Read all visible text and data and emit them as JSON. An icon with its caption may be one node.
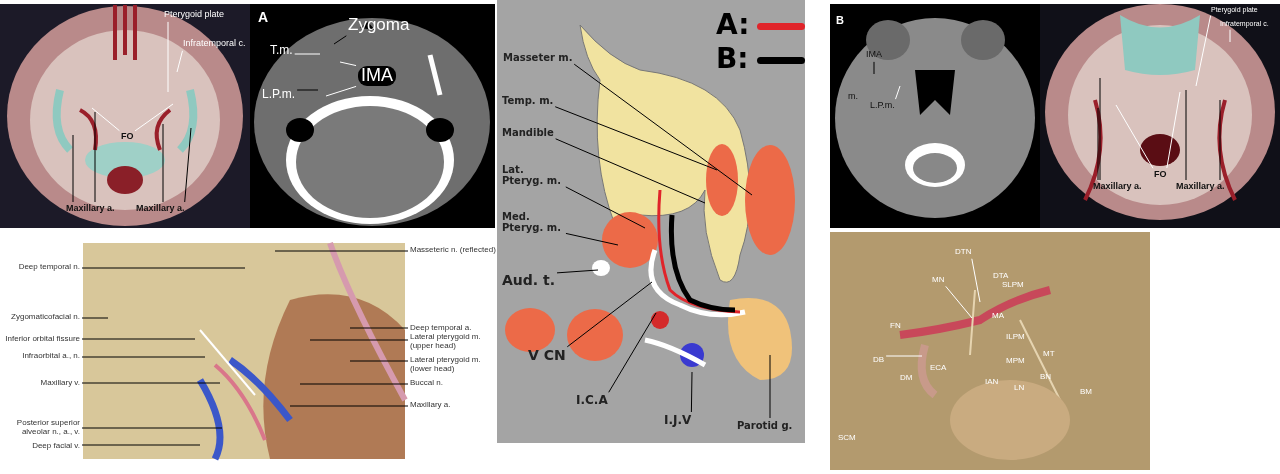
{
  "diagram": {
    "nodes": [
      {
        "text": [
          "Pterygoid plate"
        ]
      },
      {
        "text": [
          "Infratemporal c."
        ]
      },
      {
        "text": [
          "FO"
        ]
      },
      {
        "text": [
          "Maxillary a."
        ]
      },
      {
        "text": [
          "Maxillary a."
        ]
      },
      {
        "text": [
          "Zygoma"
        ]
      },
      {
        "text": [
          "T.m."
        ]
      },
      {
        "text": [
          "IMA"
        ]
      },
      {
        "text": [
          "L.P.m."
        ]
      },
      {
        "text": [
          "Masseteric n. (reflected)"
        ]
      },
      {
        "text": [
          "Deep temporal n."
        ]
      },
      {
        "text": [
          "Zygomaticofacial n."
        ]
      },
      {
        "text": [
          "Deep temporal a."
        ]
      },
      {
        "text": [
          "Inferior orbital fissure"
        ]
      },
      {
        "text": [
          "Lateral pterygoid m. (upper head)"
        ]
      },
      {
        "text": [
          "Infraorbital a., n."
        ]
      },
      {
        "text": [
          "Lateral pterygoid m. (lower head)"
        ]
      },
      {
        "text": [
          "Maxillary v."
        ]
      },
      {
        "text": [
          "Buccal n."
        ]
      },
      {
        "text": [
          "Maxillary a."
        ]
      },
      {
        "text": [
          "Posterior superior alveolar n., a., v."
        ]
      },
      {
        "text": [
          "Deep facial v."
        ]
      },
      {
        "text": [
          "Masseter m."
        ]
      },
      {
        "text": [
          "Temp. m."
        ]
      },
      {
        "text": [
          "Mandible"
        ]
      },
      {
        "text": [
          "Lat. Pteryg. m."
        ]
      },
      {
        "text": [
          "Med. Pteryg. m."
        ]
      },
      {
        "text": [
          "Aud. t."
        ]
      },
      {
        "text": [
          "V CN"
        ]
      },
      {
        "text": [
          "I.C.A"
        ]
      },
      {
        "text": [
          "I.J.V"
        ]
      },
      {
        "text": [
          "Parotid g."
        ]
      },
      {
        "text": [
          "IMA"
        ]
      },
      {
        "text": [
          "m."
        ]
      },
      {
        "text": [
          "L.P.m."
        ]
      },
      {
        "text": [
          "Pterygoid plate"
        ]
      },
      {
        "text": [
          "Infratemporal c."
        ]
      },
      {
        "text": [
          "FO"
        ]
      },
      {
        "text": [
          "Maxillary a."
        ]
      },
      {
        "text": [
          "Maxillary a."
        ]
      },
      {
        "text": [
          "DTN"
        ]
      },
      {
        "text": [
          "MN"
        ]
      },
      {
        "text": [
          "FN"
        ]
      },
      {
        "text": [
          "DB"
        ]
      }
    ],
    "edges": [
      {
        "from": 0,
        "to": null,
        "arrow": "none",
        "color": "#ffffff"
      },
      {
        "from": 1,
        "to": null,
        "arrow": "none",
        "color": "#ffffff"
      },
      {
        "from": 2,
        "to": null,
        "arrow": "none",
        "color": "#ffffff"
      },
      {
        "from": 2,
        "to": null,
        "arrow": "none",
        "color": "#ffffff"
      },
      {
        "from": 3,
        "to": null,
        "arrow": "none"
      },
      {
        "from": 3,
        "to": null,
        "arrow": "none"
      },
      {
        "from": 4,
        "to": null,
        "arrow": "none"
      },
      {
        "from": 4,
        "to": null,
        "arrow": "none"
      },
      {
        "from": 5,
        "to": null,
        "arrow": "none"
      },
      {
        "from": 6,
        "to": null,
        "arrow": "none",
        "color": "#ffffff"
      },
      {
        "from": 7,
        "to": null,
        "arrow": "none",
        "color": "#ffffff"
      },
      {
        "from": 7,
        "to": null,
        "arrow": "none",
        "color": "#ffffff"
      },
      {
        "from": 8,
        "to": null,
        "arrow": "none"
      },
      {
        "from": 9,
        "to": null,
        "arrow": "none"
      },
      {
        "from": 10,
        "to": null,
        "arrow": "none"
      },
      {
        "from": 11,
        "to": null,
        "arrow": "none"
      },
      {
        "from": 12,
        "to": null,
        "arrow": "none"
      },
      {
        "from": 13,
        "to": null,
        "arrow": "none"
      },
      {
        "from": 14,
        "to": null,
        "arrow": "none"
      },
      {
        "from": 15,
        "to": null,
        "arrow": "none"
      },
      {
        "from": 16,
        "to": null,
        "arrow": "none"
      },
      {
        "from": 17,
        "to": null,
        "arrow": "none"
      },
      {
        "from": 18,
        "to": null,
        "arrow": "none"
      },
      {
        "from": 19,
        "to": null,
        "arrow": "none"
      },
      {
        "from": 20,
        "to": null,
        "arrow": "none"
      },
      {
        "from": 21,
        "to": null,
        "arrow": "none"
      },
      {
        "from": 22,
        "to": null,
        "arrow": "none"
      },
      {
        "from": 23,
        "to": null,
        "arrow": "none"
      },
      {
        "from": 24,
        "to": null,
        "arrow": "none"
      },
      {
        "from": 25,
        "to": null,
        "arrow": "none"
      },
      {
        "from": 26,
        "to": null,
        "arrow": "none"
      },
      {
        "from": 27,
        "to": null,
        "arrow": "none"
      },
      {
        "from": 28,
        "to": null,
        "arrow": "none"
      },
      {
        "from": 29,
        "to": null,
        "arrow": "none"
      },
      {
        "from": 30,
        "to": null,
        "arrow": "none"
      },
      {
        "from": 31,
        "to": null,
        "arrow": "none"
      },
      {
        "from": 32,
        "to": null,
        "arrow": "none"
      },
      {
        "from": 34,
        "to": null,
        "arrow": "none",
        "color": "#ffffff"
      },
      {
        "from": 35,
        "to": null,
        "arrow": "none",
        "color": "#ffffff"
      },
      {
        "from": 36,
        "to": null,
        "arrow": "none",
        "color": "#ffffff"
      },
      {
        "from": 37,
        "to": null,
        "arrow": "none",
        "color": "#ffffff"
      },
      {
        "from": 37,
        "to": null,
        "arrow": "none",
        "color": "#ffffff"
      },
      {
        "from": 38,
        "to": null,
        "arrow": "none"
      },
      {
        "from": 38,
        "to": null,
        "arrow": "none"
      },
      {
        "from": 39,
        "to": null,
        "arrow": "none"
      },
      {
        "from": 39,
        "to": null,
        "arrow": "none"
      },
      {
        "from": 40,
        "to": null,
        "arrow": "none",
        "color": "#ffffff"
      },
      {
        "from": 41,
        "to": null,
        "arrow": "none",
        "color": "#ffffff"
      },
      {
        "from": 43,
        "to": null,
        "arrow": "none",
        "color": "#ffffff"
      }
    ],
    "labels": [
      "A",
      "B",
      "DTA",
      "SLPM",
      "MA",
      "ILPM",
      "ECA",
      "DM",
      "MT",
      "MPM",
      "BN",
      "IAN",
      "LN",
      "BM",
      "SCM"
    ],
    "legend": [
      {
        "text": "A:",
        "color": "#e0242a"
      },
      {
        "text": "B:",
        "color": "#000000"
      }
    ]
  }
}
